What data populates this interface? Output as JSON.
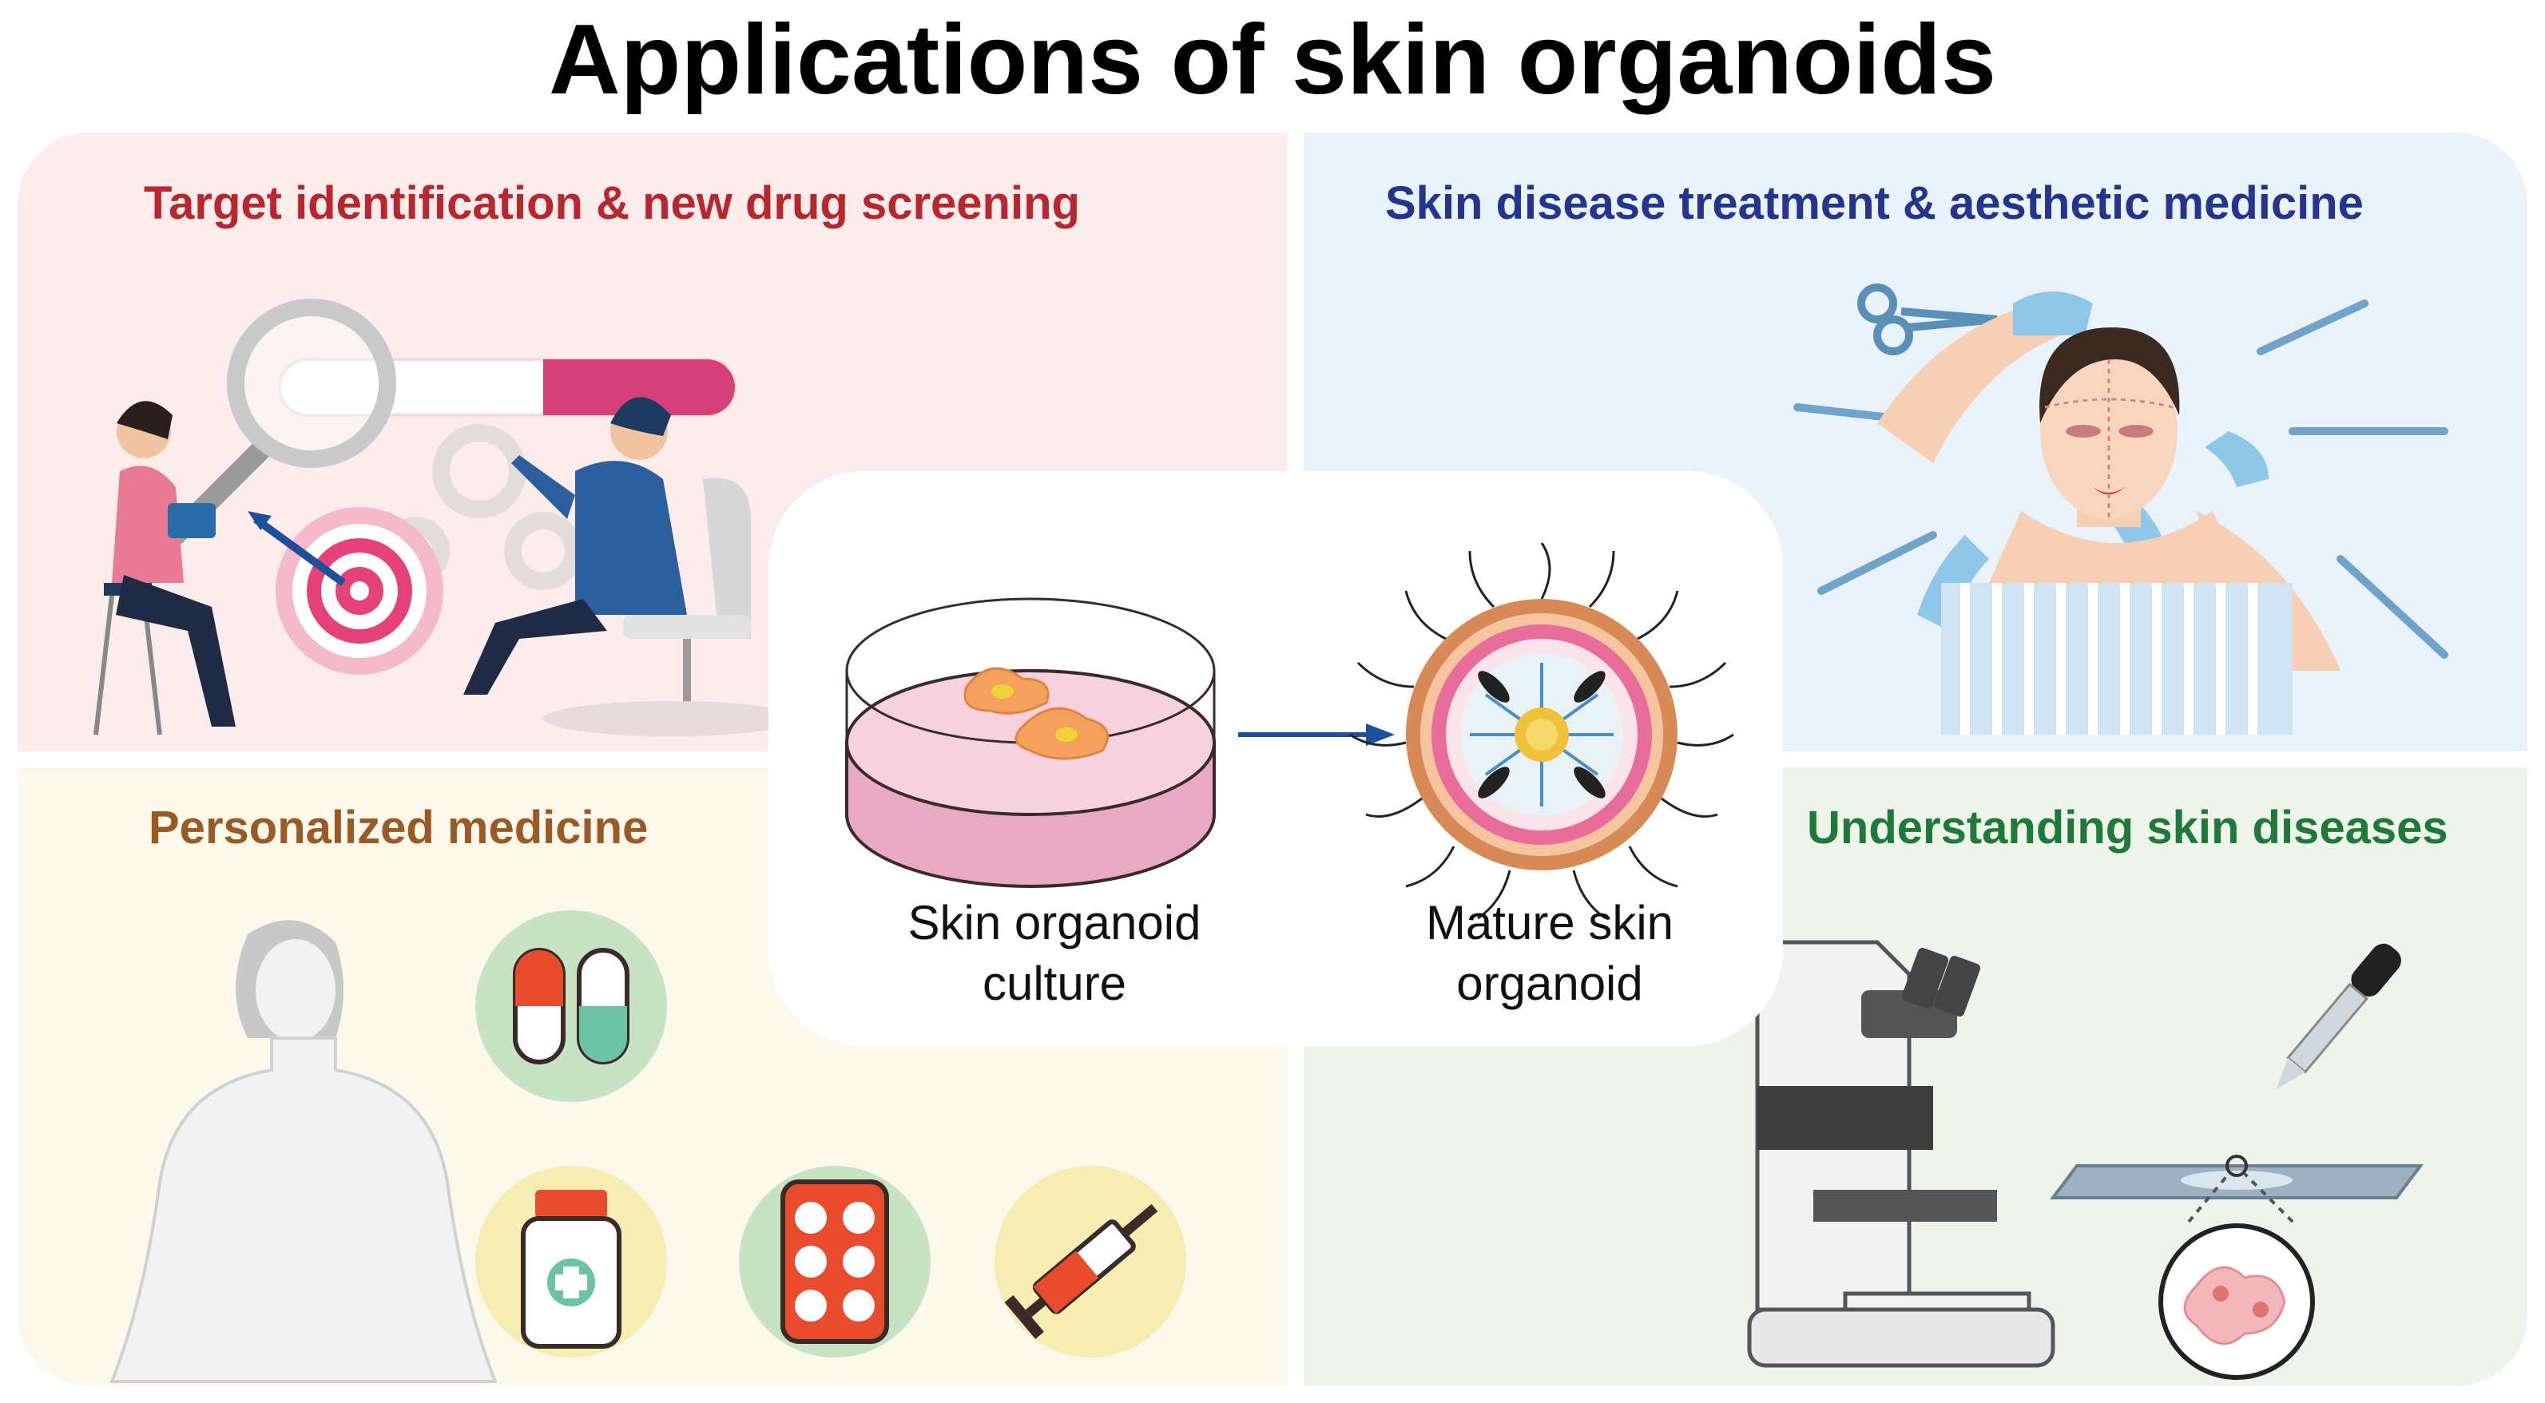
{
  "title": "Applications of skin organoids",
  "quadrants": {
    "top_left": {
      "title": "Target identification & new drug screening",
      "color": "#b8262e"
    },
    "top_right": {
      "title": "Skin disease treatment & aesthetic medicine",
      "color": "#23358e"
    },
    "bottom_left": {
      "title": "Personalized medicine",
      "color": "#9a5a23"
    },
    "bottom_right": {
      "title": "Understanding skin diseases",
      "color": "#1f7a3a"
    }
  },
  "center": {
    "culture_label": [
      "Skin organoid",
      "culture"
    ],
    "mature_label": [
      "Mature skin",
      "organoid"
    ]
  },
  "icons": {
    "tl": [
      "researcher-left-icon",
      "researcher-right-icon",
      "magnifier-icon",
      "capsule-icon",
      "target-icon",
      "gears-icon"
    ],
    "tr": [
      "face-icon",
      "gloved-hands-icon",
      "scissors-icon",
      "scalpel-icon"
    ],
    "bl": [
      "human-body-icon",
      "capsule-icon",
      "medicine-bottle-icon",
      "pill-blister-icon",
      "syringe-icon"
    ],
    "br": [
      "microscope-icon",
      "dropper-icon",
      "slide-icon",
      "cell-magnifier-icon"
    ],
    "center": [
      "petri-dish-icon",
      "arrow-icon",
      "organoid-icon"
    ]
  }
}
